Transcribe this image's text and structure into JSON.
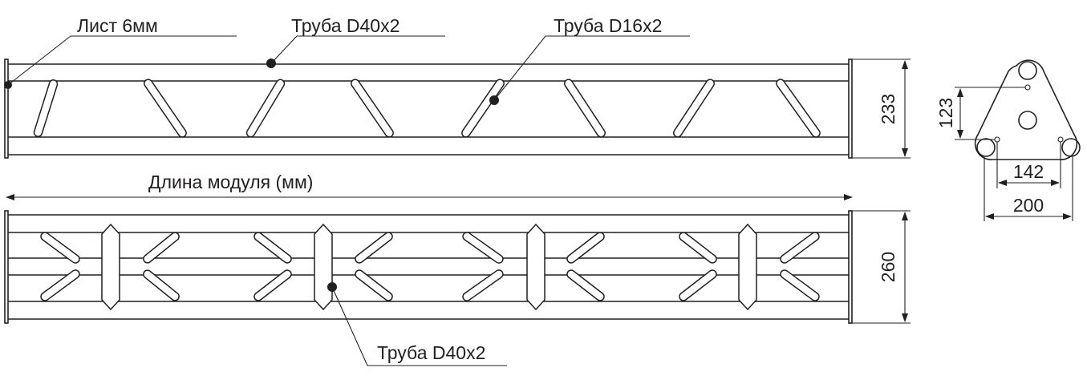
{
  "labels": {
    "sheet": "Лист 6мм",
    "tube_main_top": "Труба D40x2",
    "tube_brace": "Труба D16x2",
    "module_length": "Длина модуля (мм)",
    "tube_main_bottom": "Труба D40x2"
  },
  "dimensions": {
    "side_height": "233",
    "top_height": "260",
    "section_offset": "123",
    "section_inner": "142",
    "section_width": "200"
  }
}
